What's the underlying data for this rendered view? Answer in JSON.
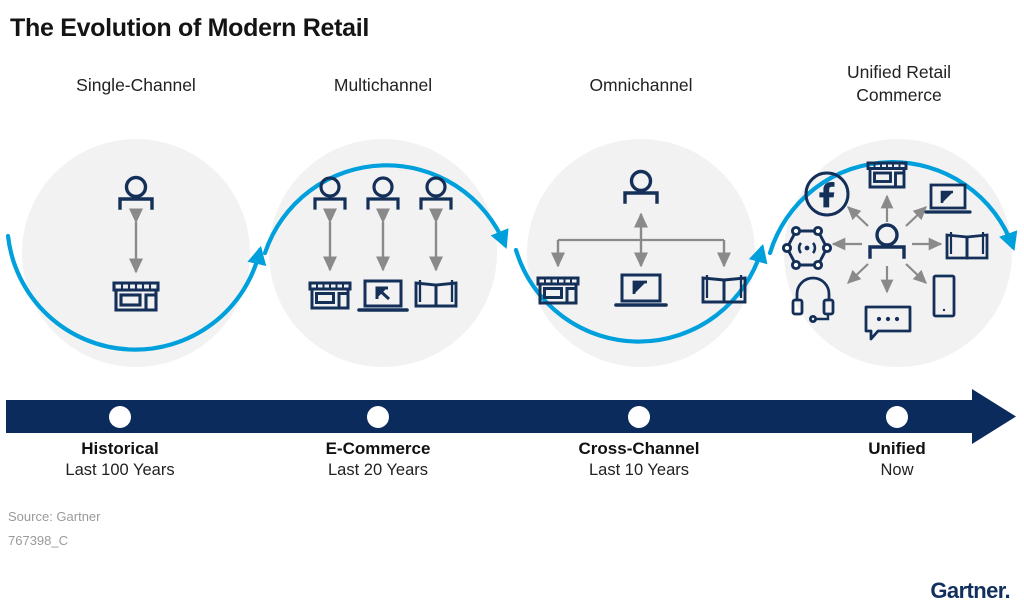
{
  "title": "The Evolution of Modern Retail",
  "colors": {
    "navy": "#0B2B5C",
    "icon_navy": "#143059",
    "cyan": "#00A0DC",
    "circle_fill": "#F2F2F3",
    "arrow_gray": "#8A8A8A",
    "muted_text": "#9a9a9a"
  },
  "stages": [
    {
      "id": "single-channel",
      "heading_line1": "Single-Channel",
      "heading_line2": "",
      "icons": [
        "person-icon",
        "store-icon"
      ],
      "connector": "double-headed-vertical-arrow"
    },
    {
      "id": "multichannel",
      "heading_line1": "Multichannel",
      "heading_line2": "",
      "icons": [
        "person-icon",
        "person-icon",
        "person-icon",
        "store-icon",
        "laptop-icon",
        "catalog-book-icon"
      ],
      "connector": "three-parallel-double-headed-arrows"
    },
    {
      "id": "omnichannel",
      "heading_line1": "Omnichannel",
      "heading_line2": "",
      "icons": [
        "person-icon",
        "store-icon",
        "laptop-icon",
        "catalog-book-icon"
      ],
      "connector": "branching-tree-arrows"
    },
    {
      "id": "unified-retail-commerce",
      "heading_line1": "Unified Retail",
      "heading_line2": "Commerce",
      "icons": [
        "store-icon",
        "laptop-icon",
        "catalog-book-icon",
        "mobile-phone-icon",
        "chat-bubble-icon",
        "headset-icon",
        "iot-sensor-icon",
        "facebook-icon",
        "person-icon"
      ],
      "connector": "eight-way-radial-arrows"
    }
  ],
  "timeline": {
    "milestones": [
      {
        "name": "Historical",
        "period": "Last 100 Years"
      },
      {
        "name": "E-Commerce",
        "period": "Last 20 Years"
      },
      {
        "name": "Cross-Channel",
        "period": "Last 10 Years"
      },
      {
        "name": "Unified",
        "period": "Now"
      }
    ]
  },
  "footer": {
    "source": "Source: Gartner",
    "figure_id": "767398_C",
    "logo": "Gartner",
    "logo_mark": "."
  }
}
